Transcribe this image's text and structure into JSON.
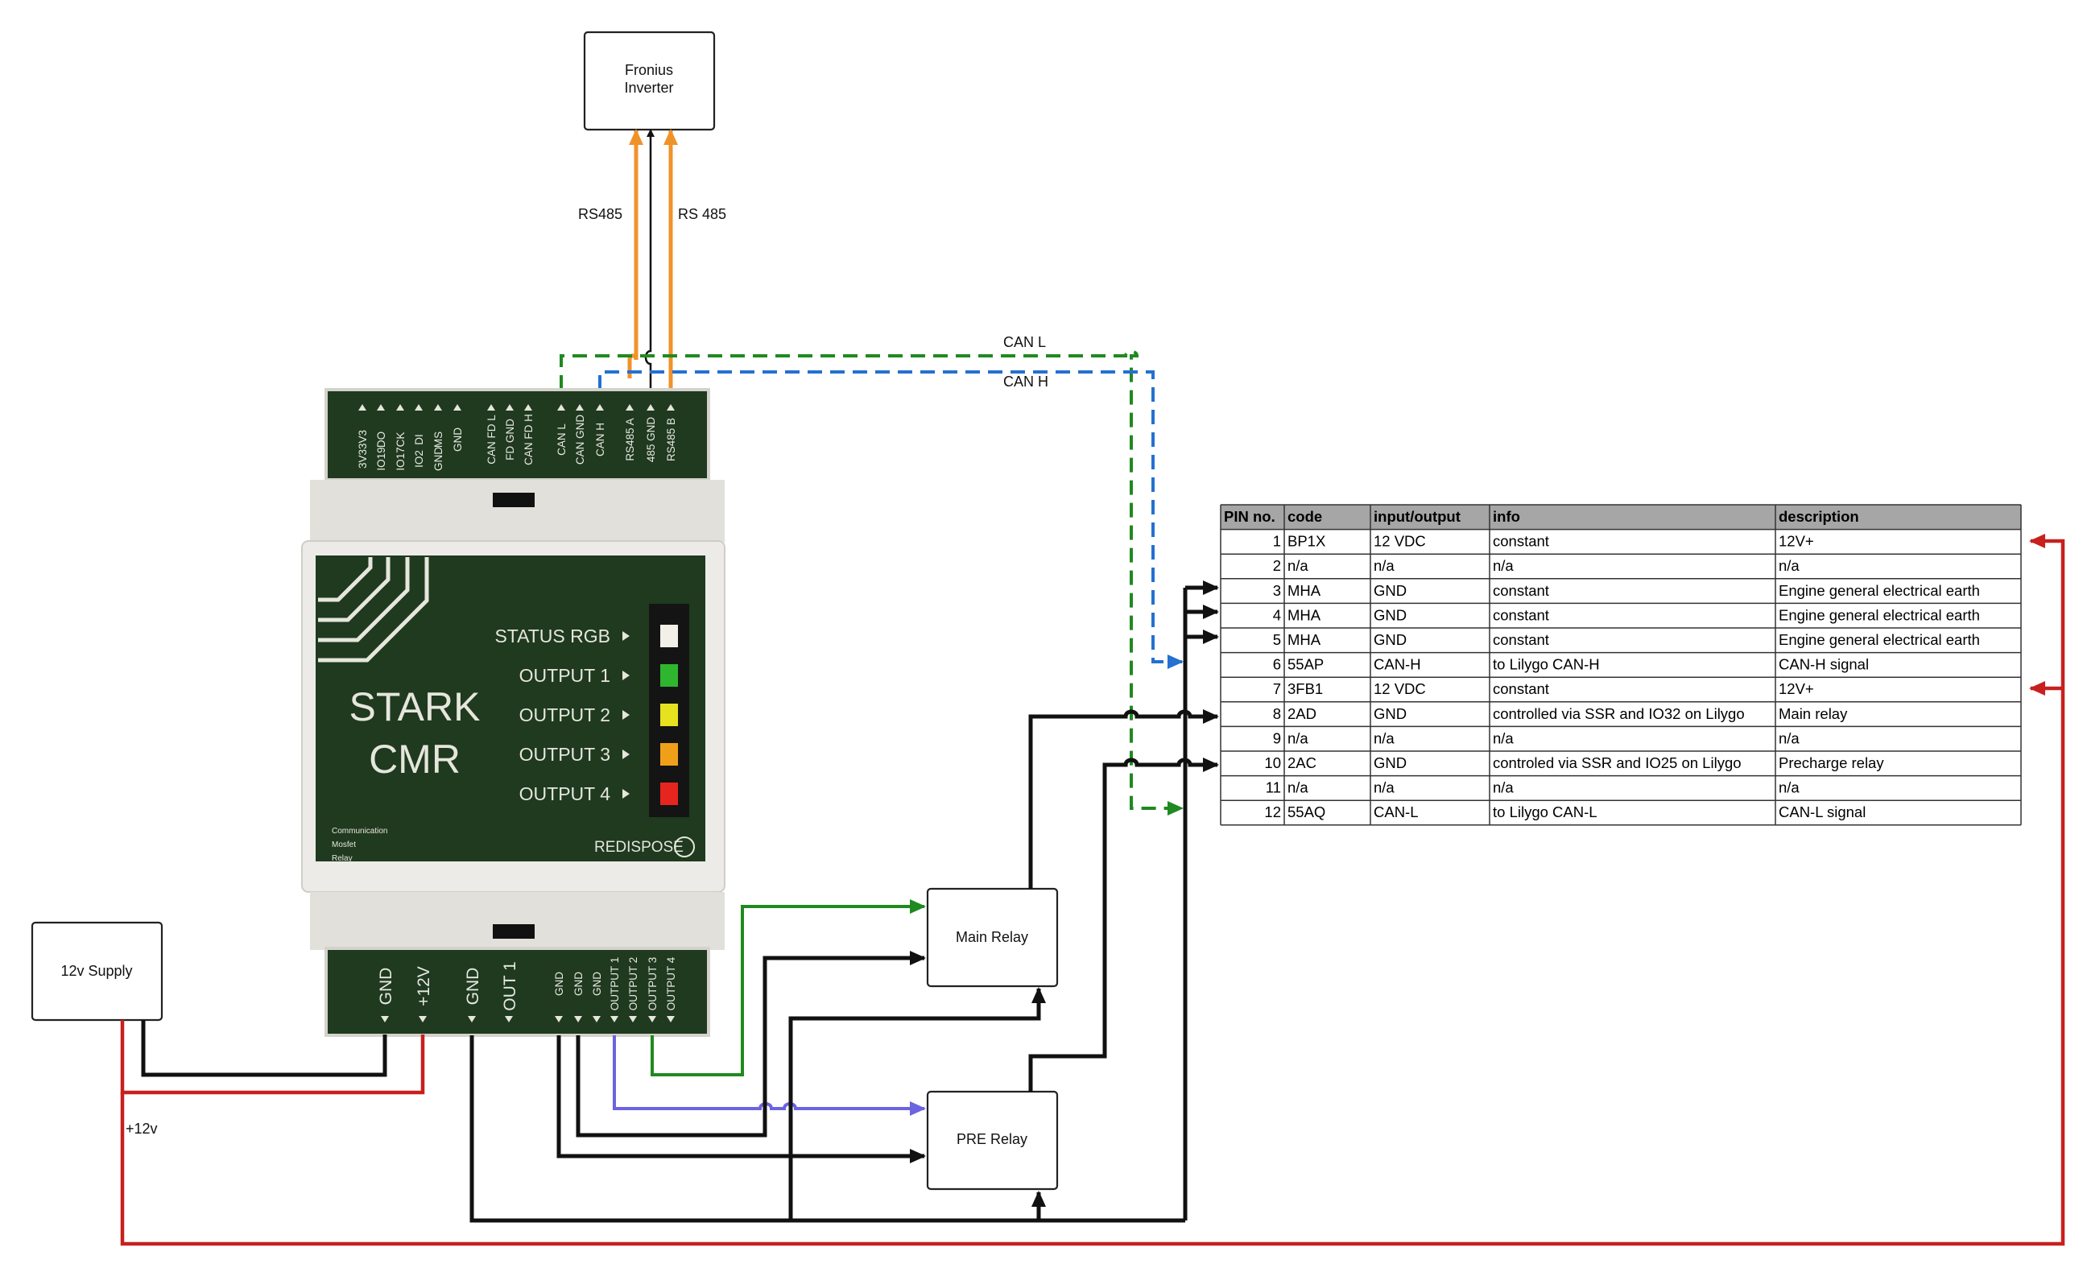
{
  "inverter": {
    "line1": "Fronius",
    "line2": "Inverter"
  },
  "labels": {
    "rs485_left": "RS485",
    "rs485_right": "RS 485",
    "can_l": "CAN L",
    "can_h": "CAN H",
    "plus12v": "+12v"
  },
  "supply": {
    "label": "12v Supply"
  },
  "main_relay": {
    "label": "Main Relay"
  },
  "pre_relay": {
    "label": "PRE Relay"
  },
  "device": {
    "title1": "STARK",
    "title2": "CMR",
    "subtitle": [
      "Communication",
      "Mosfet",
      "Relay"
    ],
    "brand": "REDISPOSE",
    "leds": [
      {
        "label": "STATUS RGB",
        "color": "#f3f0ea"
      },
      {
        "label": "OUTPUT 1",
        "color": "#2fb62f"
      },
      {
        "label": "OUTPUT 2",
        "color": "#e7e21e"
      },
      {
        "label": "OUTPUT 3",
        "color": "#f0a018"
      },
      {
        "label": "OUTPUT 4",
        "color": "#e5251e"
      }
    ],
    "top_pins_row1": [
      "3V3",
      "DO",
      "CK",
      "DI",
      "MS",
      "GND",
      "CAN FD L",
      "FD GND",
      "CAN FD H",
      "CAN L",
      "CAN GND",
      "CAN H",
      "RS485 A",
      "485 GND",
      "RS485 B"
    ],
    "top_pins_row2": [
      "3V3",
      "IO19",
      "IO17",
      "IO2",
      "GND",
      "",
      "",
      "",
      "",
      "",
      "",
      "",
      "",
      "",
      ""
    ],
    "bottom_terminals": [
      "GND",
      "+12V",
      "GND",
      "OUT 1"
    ],
    "bottom_small": [
      "GND",
      "GND",
      "GND",
      "OUTPUT 1",
      "OUTPUT 2",
      "OUTPUT 3",
      "OUTPUT 4"
    ]
  },
  "pin_table": {
    "headers": [
      "PIN no.",
      "code",
      "input/output",
      "info",
      "description"
    ],
    "rows": [
      [
        "1",
        "BP1X",
        "12 VDC",
        "constant",
        "12V+"
      ],
      [
        "2",
        "n/a",
        "n/a",
        "n/a",
        "n/a"
      ],
      [
        "3",
        "MHA",
        "GND",
        "constant",
        "Engine general electrical earth"
      ],
      [
        "4",
        "MHA",
        "GND",
        "constant",
        "Engine general electrical earth"
      ],
      [
        "5",
        "MHA",
        "GND",
        "constant",
        "Engine general electrical earth"
      ],
      [
        "6",
        "55AP",
        "CAN-H",
        "to Lilygo CAN-H",
        "CAN-H signal"
      ],
      [
        "7",
        "3FB1",
        "12 VDC",
        "constant",
        "12V+"
      ],
      [
        "8",
        "2AD",
        "GND",
        "controlled via SSR and IO32 on Lilygo",
        "Main relay"
      ],
      [
        "9",
        "n/a",
        "n/a",
        "n/a",
        "n/a"
      ],
      [
        "10",
        "2AC",
        "GND",
        "controled via SSR and IO25 on Lilygo",
        "Precharge relay"
      ],
      [
        "11",
        "n/a",
        "n/a",
        "n/a",
        "n/a"
      ],
      [
        "12",
        "55AQ",
        "CAN-L",
        "to Lilygo CAN-L",
        "CAN-L signal"
      ]
    ],
    "header_bg": "#a6a6a6"
  },
  "colors": {
    "device_body": "#e7e5e0",
    "device_panel": "#1f3a1f",
    "wire_orange": "#f0922a",
    "wire_green": "#1f8a1f",
    "wire_blue": "#2570d0",
    "wire_red": "#c8201e",
    "wire_purple": "#6b63e0"
  }
}
